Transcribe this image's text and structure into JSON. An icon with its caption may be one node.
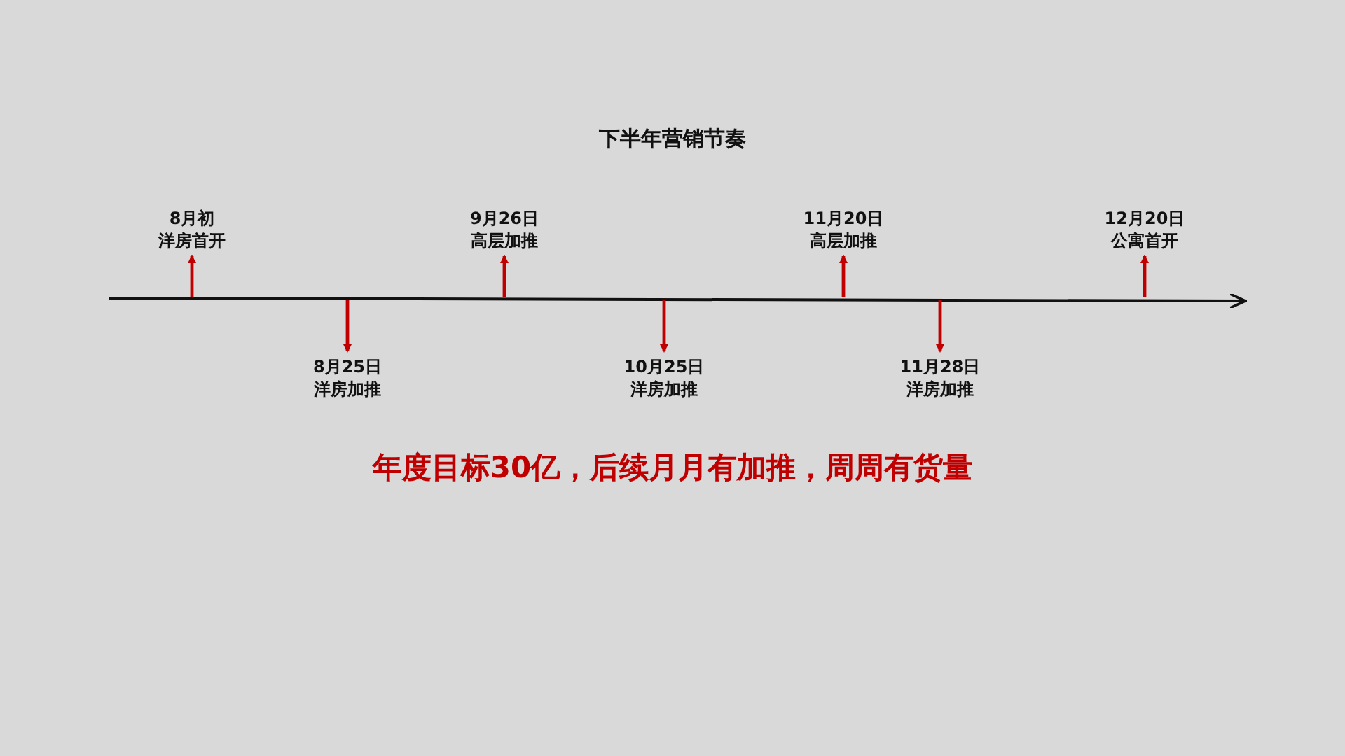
{
  "diagram": {
    "title": "下半年营销节奏",
    "nodes": [
      {
        "text": [
          "8月初",
          "洋房首开"
        ]
      },
      {
        "text": [
          "8月25日",
          "洋房加推"
        ]
      },
      {
        "text": [
          "9月26日",
          "高层加推"
        ]
      },
      {
        "text": [
          "10月25日",
          "洋房加推"
        ]
      },
      {
        "text": [
          "11月20日",
          "高层加推"
        ]
      },
      {
        "text": [
          "11月28日",
          "洋房加推"
        ]
      },
      {
        "text": [
          "12月20日",
          "公寓首开"
        ]
      }
    ],
    "edges": [
      {
        "from": null,
        "to": 0,
        "arrow": "to"
      },
      {
        "from": null,
        "to": 1,
        "arrow": "to"
      },
      {
        "from": null,
        "to": 2,
        "arrow": "to"
      },
      {
        "from": null,
        "to": 3,
        "arrow": "to"
      },
      {
        "from": null,
        "to": 4,
        "arrow": "to"
      },
      {
        "from": null,
        "to": 5,
        "arrow": "to"
      },
      {
        "from": null,
        "to": 6,
        "arrow": "to"
      }
    ],
    "labels": [
      "年度目标30亿，后续月月有加推，周周有货量"
    ]
  }
}
